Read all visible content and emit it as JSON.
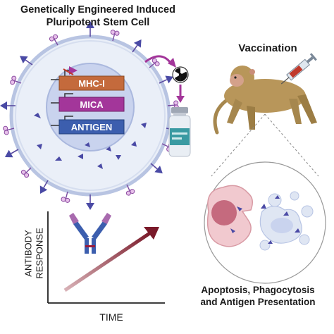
{
  "title": {
    "line1": "Genetically Engineered Induced",
    "line2": "Pluripotent Stem Cell"
  },
  "genes": {
    "mhc": "MHC-I",
    "mica": "MICA",
    "antigen": "ANTIGEN"
  },
  "vaccination_label": "Vaccination",
  "result": {
    "line1": "Apoptosis, Phagocytosis",
    "line2": "and Antigen Presentation"
  },
  "graph": {
    "ylabel_line1": "ANTIBODY",
    "ylabel_line2": "RESPONSE",
    "xlabel": "TIME"
  },
  "icons": [
    "radiation-icon",
    "vial-icon",
    "syringe-icon",
    "monkey-illustration",
    "antibody-icon",
    "macrophage-illustration"
  ],
  "colors": {
    "cell_outer": "#dfe6f3",
    "cell_membrane": "#b7c4e4",
    "nucleus": "#c5d0ec",
    "mhc_box": "#c46a3c",
    "mica_box": "#a3369a",
    "antigen_box": "#3c5eae",
    "arrow_maroon": "#7a1a2a",
    "receptor": "#5a4aa0"
  }
}
